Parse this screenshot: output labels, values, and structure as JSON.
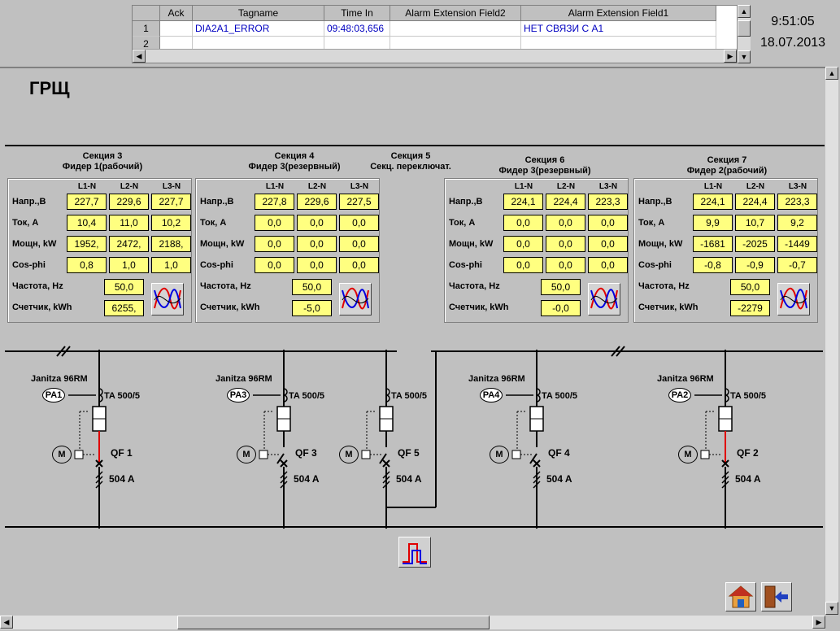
{
  "alarm_grid": {
    "columns": [
      "Ack",
      "Tagname",
      "Time In",
      "Alarm Extension Field2",
      "Alarm Extension Field1"
    ],
    "rows": [
      {
        "num": "1",
        "ack": "",
        "tagname": "DIA2A1_ERROR",
        "time_in": "09:48:03,656",
        "ext2": "",
        "ext1": "НЕТ СВЯЗИ С А1"
      },
      {
        "num": "2",
        "ack": "",
        "tagname": "",
        "time_in": "",
        "ext2": "",
        "ext1": ""
      }
    ]
  },
  "clock": {
    "time": "9:51:05",
    "date": "18.07.2013"
  },
  "page_title": "ГРЩ",
  "row_labels": [
    "Напр.,В",
    "Ток, А",
    "Мощн, kW",
    "Cos-phi"
  ],
  "freq_label": "Частота, Hz",
  "meter_label": "Счетчик, kWh",
  "phase_headers": [
    "L1-N",
    "L2-N",
    "L3-N"
  ],
  "sections": [
    {
      "title1": "Секция 3",
      "title2": "Фидер 1(рабочий)",
      "values": [
        [
          "227,7",
          "229,6",
          "227,7"
        ],
        [
          "10,4",
          "11,0",
          "10,2"
        ],
        [
          "1952,",
          "2472,",
          "2188,"
        ],
        [
          "0,8",
          "1,0",
          "1,0"
        ]
      ],
      "freq": "50,0",
      "meter": "6255,"
    },
    {
      "title1": "Секция 4",
      "title2": "Фидер 3(резервный)",
      "values": [
        [
          "227,8",
          "229,6",
          "227,5"
        ],
        [
          "0,0",
          "0,0",
          "0,0"
        ],
        [
          "0,0",
          "0,0",
          "0,0"
        ],
        [
          "0,0",
          "0,0",
          "0,0"
        ]
      ],
      "freq": "50,0",
      "meter": "-5,0"
    },
    {
      "title1": "Секция 6",
      "title2": "Фидер 3(резервный)",
      "values": [
        [
          "224,1",
          "224,4",
          "223,3"
        ],
        [
          "0,0",
          "0,0",
          "0,0"
        ],
        [
          "0,0",
          "0,0",
          "0,0"
        ],
        [
          "0,0",
          "0,0",
          "0,0"
        ]
      ],
      "freq": "50,0",
      "meter": "-0,0"
    },
    {
      "title1": "Секция 7",
      "title2": "Фидер 2(рабочий)",
      "values": [
        [
          "224,1",
          "224,4",
          "223,3"
        ],
        [
          "9,9",
          "10,7",
          "9,2"
        ],
        [
          "-1681",
          "-2025",
          "-1449"
        ],
        [
          "-0,8",
          "-0,9",
          "-0,7"
        ]
      ],
      "freq": "50,0",
      "meter": "-2279"
    }
  ],
  "section5": {
    "title1": "Секция 5",
    "title2": "Секц. переключат."
  },
  "feeders": [
    {
      "meter": "Janitza 96RM",
      "pa": "PA1",
      "ta": "TA 500/5",
      "qf": "QF 1",
      "amps": "504 A"
    },
    {
      "meter": "Janitza 96RM",
      "pa": "PA3",
      "ta": "TA 500/5",
      "qf": "QF 3",
      "amps": "504 A"
    },
    {
      "meter": "",
      "pa": "",
      "ta": "TA 500/5",
      "qf": "QF 5",
      "amps": "504 A"
    },
    {
      "meter": "Janitza 96RM",
      "pa": "PA4",
      "ta": "TA 500/5",
      "qf": "QF 4",
      "amps": "504 A"
    },
    {
      "meter": "Janitza 96RM",
      "pa": "PA2",
      "ta": "TA 500/5",
      "qf": "QF 2",
      "amps": "504 A"
    }
  ],
  "motor_symbol": "M",
  "icons": {
    "trend": "trend-chart-icon",
    "pulse": "pulse-diagram-icon",
    "home": "home-icon",
    "exit": "exit-door-icon"
  },
  "colors": {
    "value_bg": "#ffff80",
    "closed_breaker": "#e00000",
    "bg": "#c0c0c0"
  }
}
